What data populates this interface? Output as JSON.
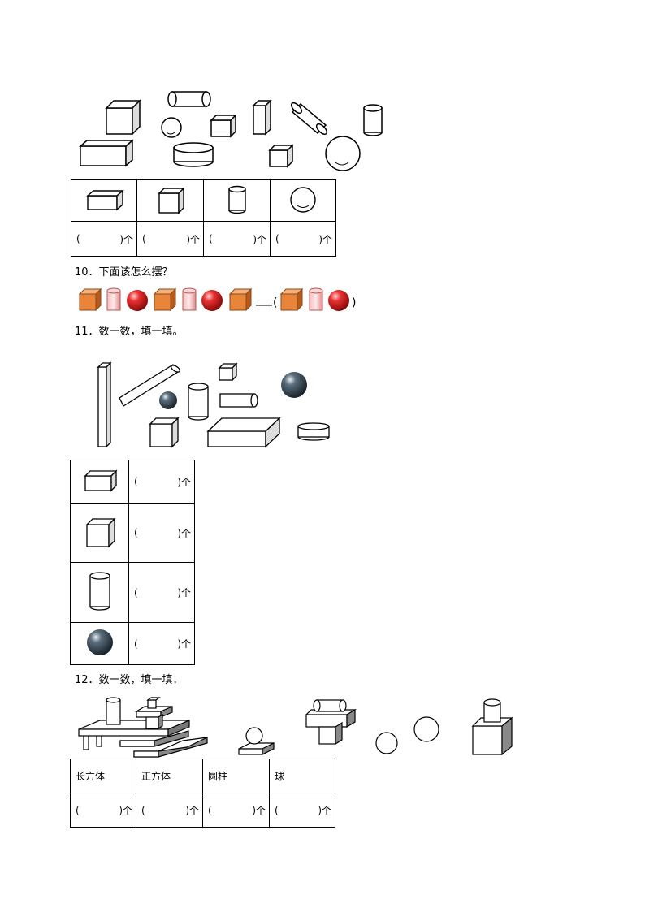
{
  "q9": {
    "blanks": [
      {
        "open": "(",
        "close": ")个"
      },
      {
        "open": "(",
        "close": ")个"
      },
      {
        "open": "(",
        "close": ")个"
      },
      {
        "open": "(",
        "close": ")个"
      }
    ]
  },
  "q10": {
    "title": "10．下面该怎么摆？",
    "open_paren": "(",
    "close_paren": ")",
    "colors": {
      "cube": "#e8853a",
      "cylinder": "#f2a0a0",
      "sphere": "#e02020"
    }
  },
  "q11": {
    "title": "11．数一数，填一填。",
    "blanks": [
      {
        "open": "(",
        "close": ")个"
      },
      {
        "open": "(",
        "close": ")个"
      },
      {
        "open": "(",
        "close": ")个"
      },
      {
        "open": "(",
        "close": ")个"
      }
    ],
    "colors": {
      "sphere": "#2c3a45"
    }
  },
  "q12": {
    "title": "12．数一数，填一填．",
    "headers": [
      "长方体",
      "正方体",
      "圆柱",
      "球"
    ],
    "blanks": [
      {
        "open": "(",
        "close": ")个"
      },
      {
        "open": "(",
        "close": ")个"
      },
      {
        "open": "(",
        "close": ")个"
      },
      {
        "open": "(",
        "close": ")个"
      }
    ]
  }
}
